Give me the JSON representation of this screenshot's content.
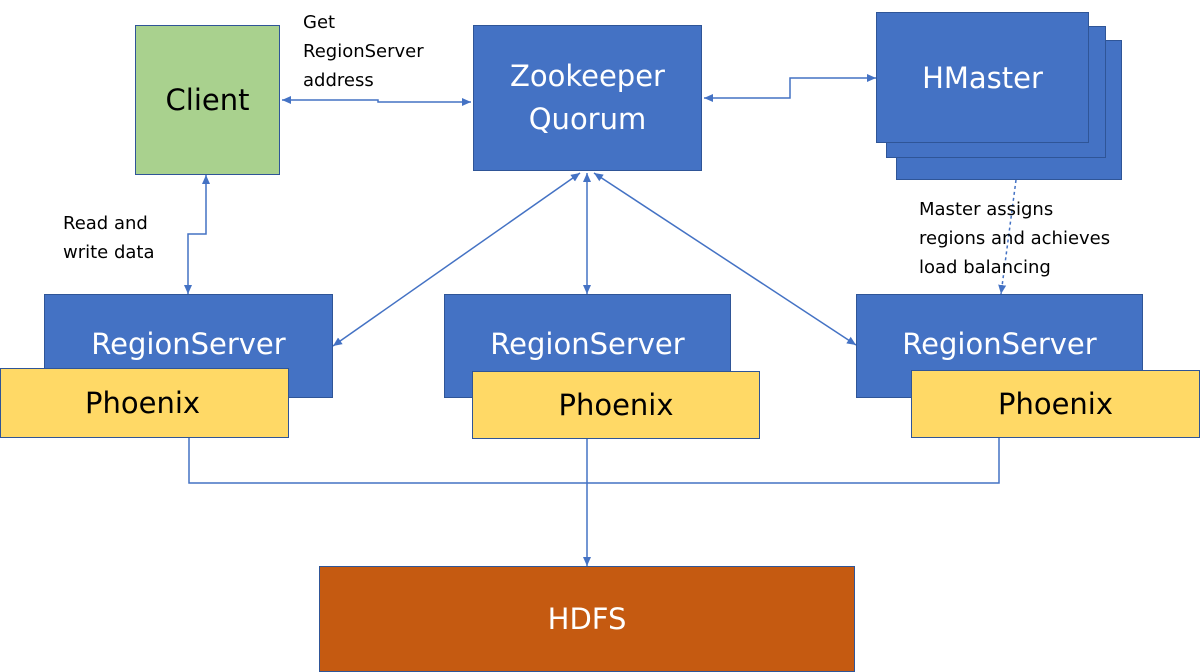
{
  "nodes": {
    "client": "Client",
    "zookeeper": "Zookeeper\nQuorum",
    "hmaster": "HMaster",
    "regionserver_1": "RegionServer",
    "regionserver_2": "RegionServer",
    "regionserver_3": "RegionServer",
    "phoenix_1": "Phoenix",
    "phoenix_2": "Phoenix",
    "phoenix_3": "Phoenix",
    "hdfs": "HDFS"
  },
  "edges": {
    "get_address": "Get\nRegionServer\naddress",
    "read_write": "Read and\nwrite data",
    "master_assigns": "Master assigns\nregions and achieves\nload balancing"
  },
  "colors": {
    "box_blue": "#4472c4",
    "box_green": "#a9d18e",
    "box_yellow": "#ffd966",
    "box_orange": "#c55a11",
    "line": "#4472c4"
  }
}
